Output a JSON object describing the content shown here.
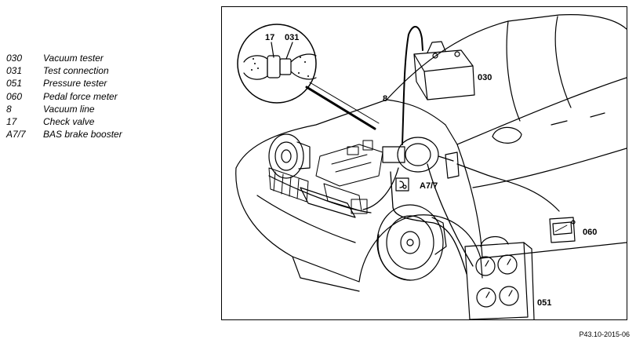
{
  "legend": [
    {
      "code": "030",
      "label": "Vacuum tester"
    },
    {
      "code": "031",
      "label": "Test connection"
    },
    {
      "code": "051",
      "label": "Pressure tester"
    },
    {
      "code": "060",
      "label": "Pedal force meter"
    },
    {
      "code": "8",
      "label": "Vacuum line"
    },
    {
      "code": "17",
      "label": "Check valve"
    },
    {
      "code": "A7/7",
      "label": "BAS brake booster"
    }
  ],
  "figure": {
    "labels": {
      "check_valve": "17",
      "test_connection": "031",
      "vacuum_tester": "030",
      "vacuum_line": "8",
      "brake_booster": "A7/7",
      "pedal_force_meter": "060",
      "pressure_tester": "051"
    }
  },
  "reference": "P43.10-2015-06"
}
